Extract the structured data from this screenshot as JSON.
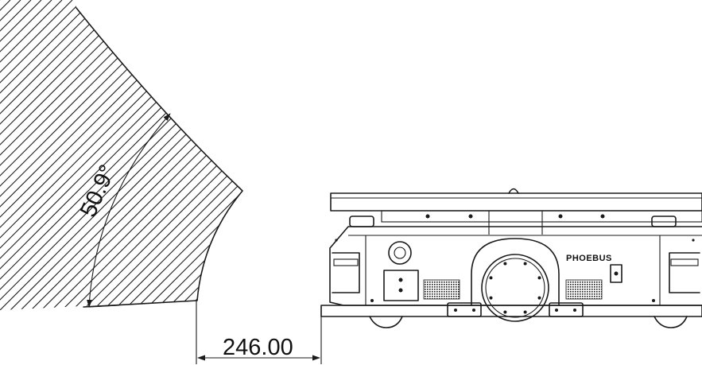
{
  "diagram": {
    "angle_label": "50.9°",
    "distance_label": "246.00",
    "brand_label": "PHOEBUS"
  },
  "colors": {
    "line": "#1a1a1a",
    "background": "#ffffff"
  }
}
